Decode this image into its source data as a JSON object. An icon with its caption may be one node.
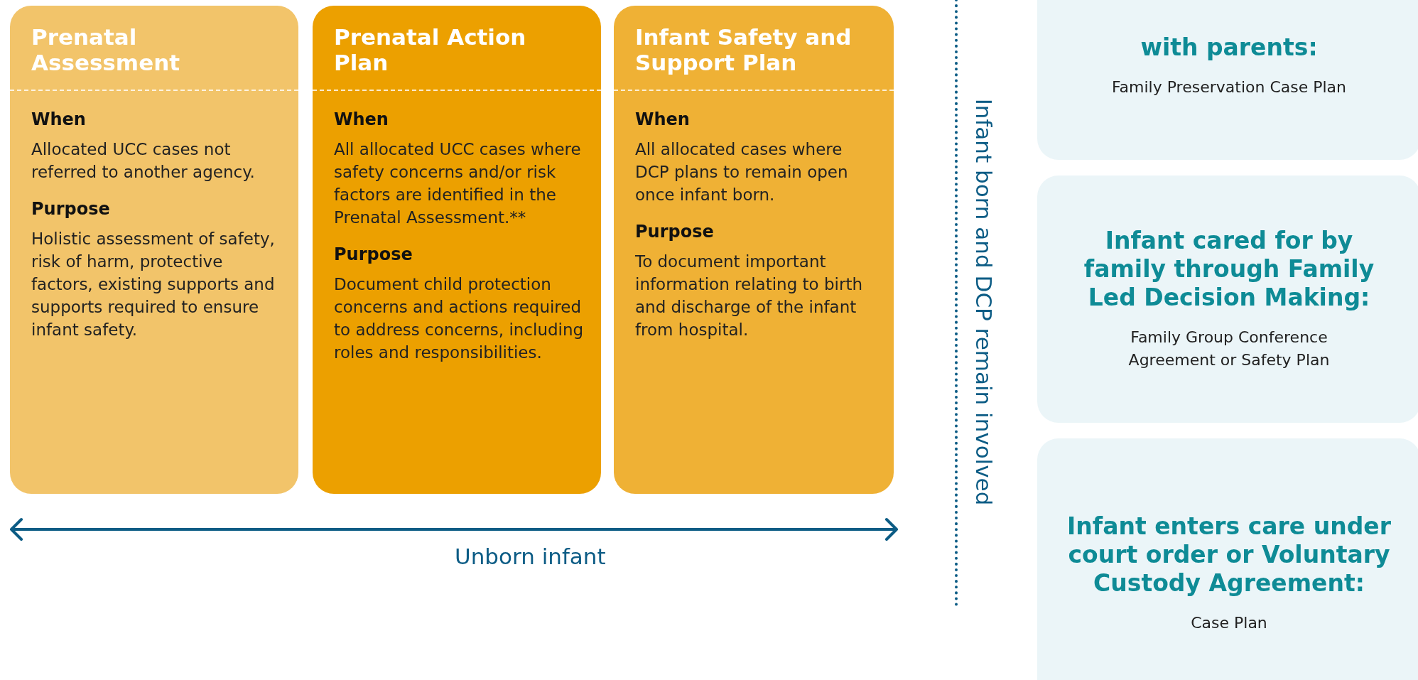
{
  "diagram": {
    "nodes": [
      {
        "text": [
          "Prenatal Assessment",
          "When",
          "Allocated UCC cases not referred to another agency.",
          "Purpose",
          "Holistic assessment of safety, risk of harm, protective factors, existing supports and supports required to ensure infant safety."
        ]
      },
      {
        "text": [
          "Prenatal Action Plan",
          "When",
          "All allocated UCC cases where safety concerns and/or risk factors are identified in the Prenatal Assessment.**",
          "Purpose",
          "Document child protection concerns and actions required to address concerns, including roles and responsibilities."
        ]
      },
      {
        "text": [
          "Infant Safety and Support Plan",
          "When",
          "All allocated cases where DCP plans to remain open once infant born.",
          "Purpose",
          "To document important information relating to birth and discharge of the infant from hospital."
        ]
      },
      {
        "text": [
          "with parents:",
          "Family Preservation Case Plan"
        ]
      },
      {
        "text": [
          "Infant cared for by family through Family Led Decision Making:",
          "Family Group Conference Agreement or Safety Plan"
        ]
      },
      {
        "text": [
          "Infant enters care under court order or Voluntary Custody Agreement:",
          "Case Plan"
        ]
      }
    ],
    "labels": [
      "Unborn infant",
      "Infant born and DCP remain involved"
    ]
  }
}
